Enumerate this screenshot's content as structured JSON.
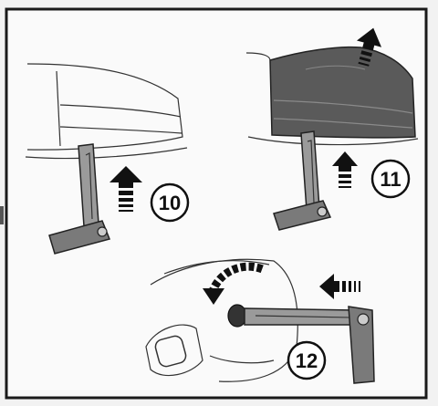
{
  "figure": {
    "steps": [
      {
        "number": "10",
        "action": "push-up"
      },
      {
        "number": "11",
        "action": "lift-cover"
      },
      {
        "number": "12",
        "action": "insert-and-turn-key"
      }
    ]
  },
  "colors": {
    "background": "#f2f2f2",
    "frame": "#1a1a1a",
    "ink": "#222222",
    "cover_dark": "#5a5a5a",
    "key_blade": "#9a9a9a",
    "key_head": "#7a7a7a"
  }
}
